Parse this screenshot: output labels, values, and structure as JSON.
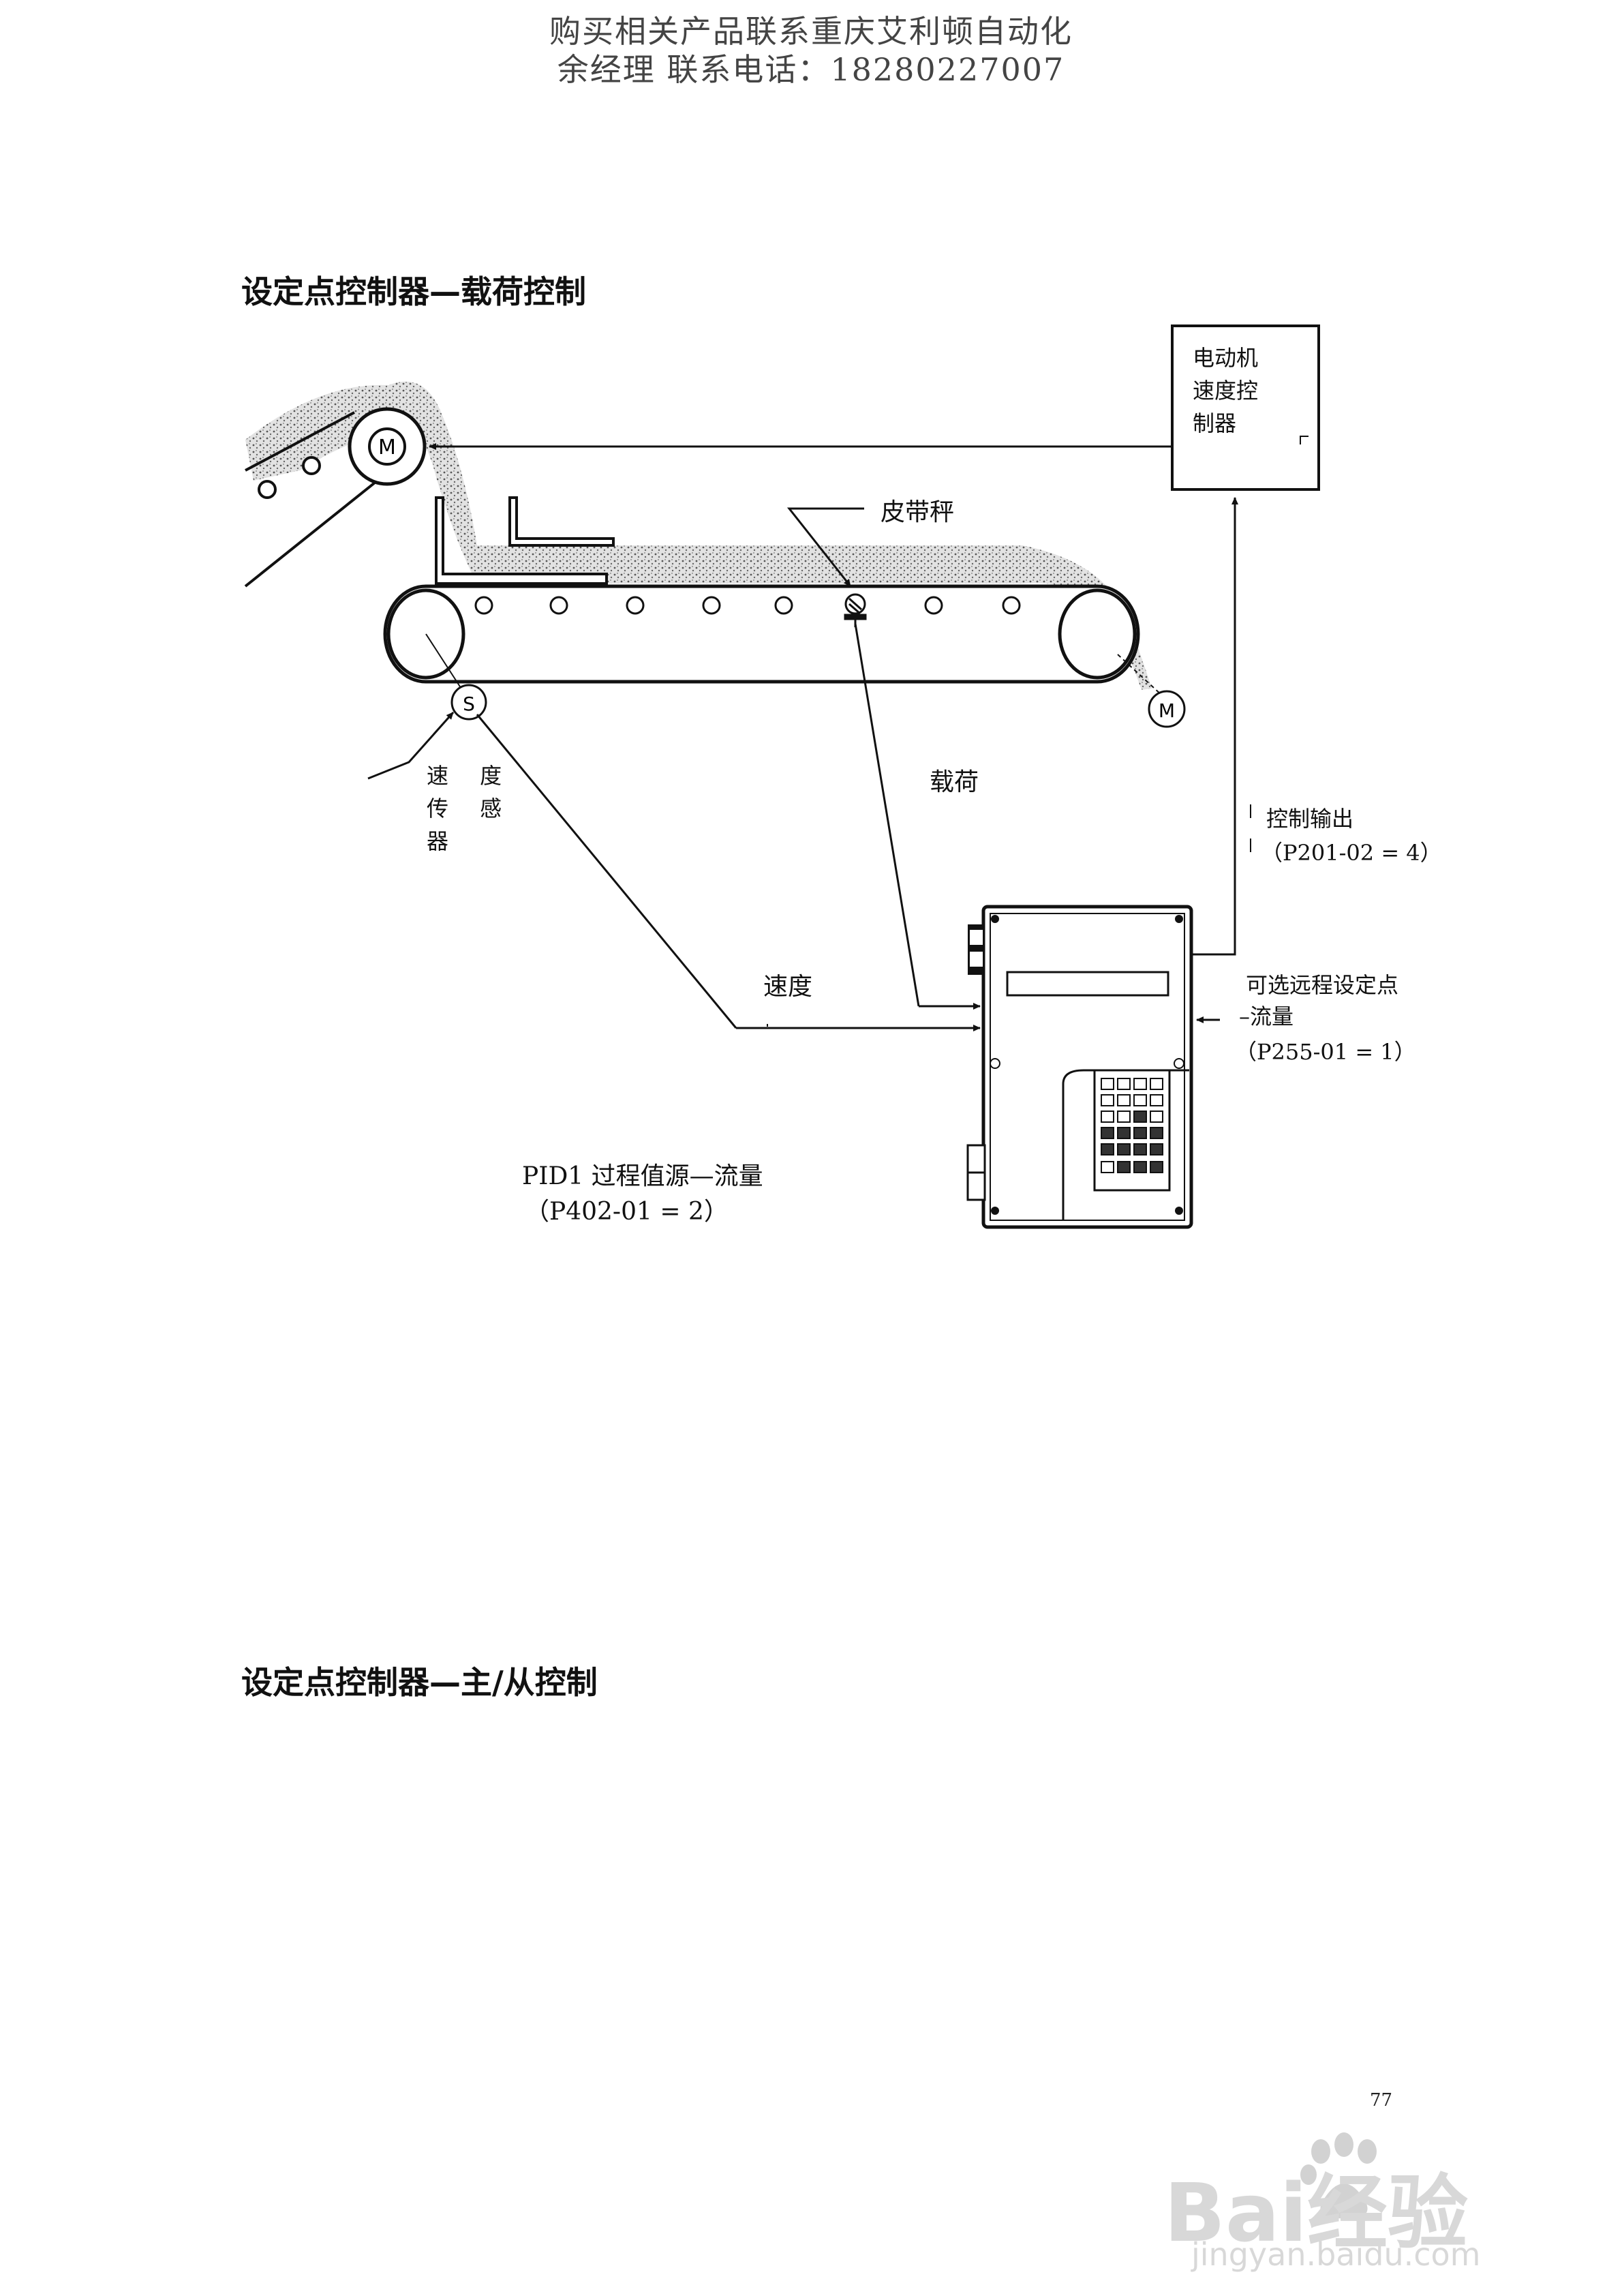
{
  "header": {
    "line1": "购买相关产品联系重庆艾利顿自动化",
    "line2": "余经理  联系电话：18280227007"
  },
  "sections": {
    "title1": "设定点控制器—载荷控制",
    "title2": "设定点控制器—主/从控制"
  },
  "diagram": {
    "motor_symbol": "M",
    "sensor_symbol": "S",
    "motor_controller_line1": "电动机",
    "motor_controller_line2": "速度控",
    "motor_controller_line3": "制器",
    "belt_scale": "皮带秤",
    "speed_sensor_line1": "速 度",
    "speed_sensor_line2": "传 感",
    "speed_sensor_line3": "器",
    "load": "载荷",
    "control_output": "控制输出",
    "control_output_param": "（P201-02 = 4）",
    "speed": "速度",
    "remote_setpoint_line1": "可选远程设定点",
    "remote_setpoint_line2": "–流量",
    "remote_setpoint_param": "（P255-01 = 1）",
    "pid_source": "PID1 过程值源—流量",
    "pid_source_param": "（P402-01 = 2）"
  },
  "footer": {
    "page_number": "77",
    "watermark_brand": "Bai经验",
    "watermark_url": "jingyan.baidu.com"
  }
}
